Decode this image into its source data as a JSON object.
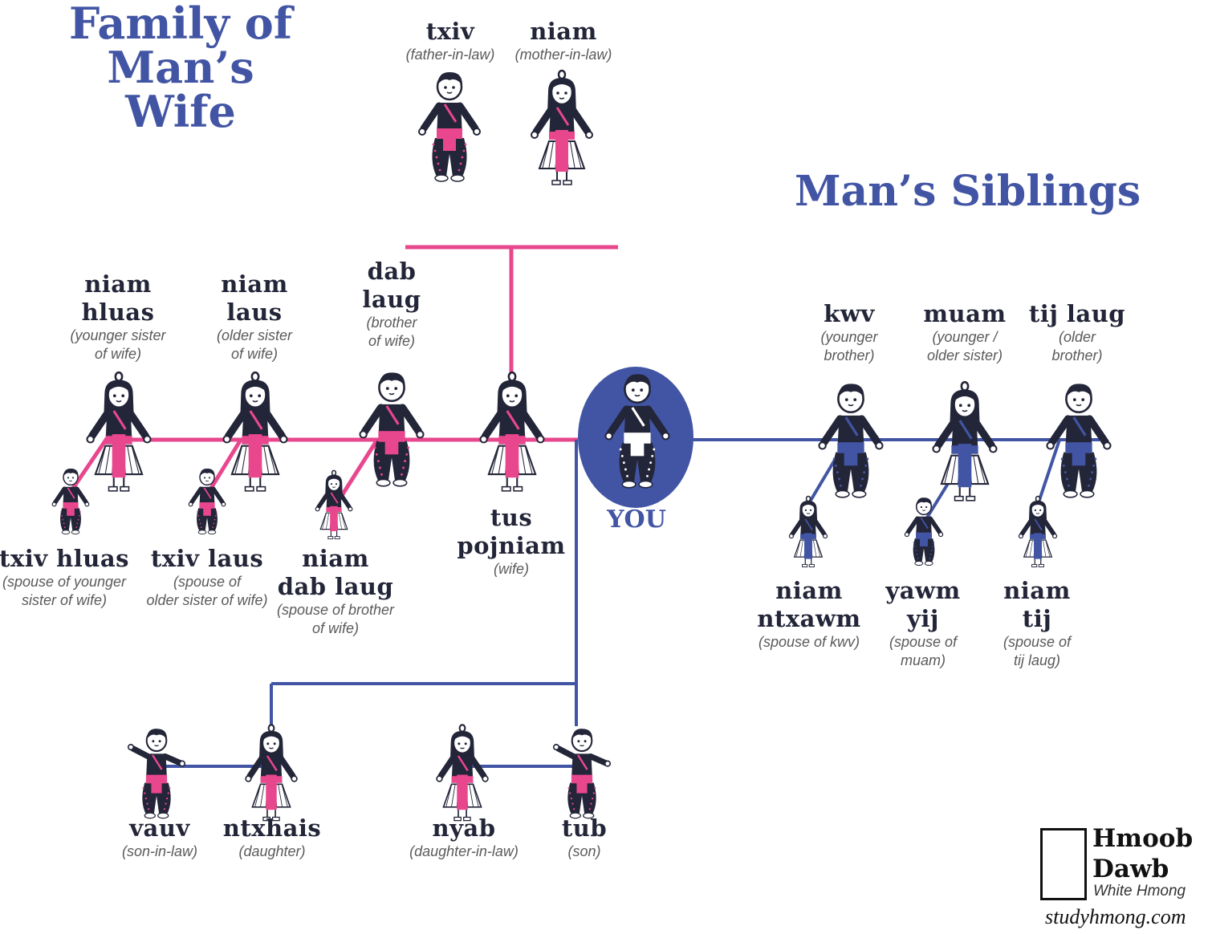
{
  "headings": {
    "wife_family": "Family of\nMan’s Wife",
    "siblings": "Man’s Siblings"
  },
  "colors": {
    "accent_blue": "#4255a4",
    "pink": "#e8478e",
    "dark": "#232538"
  },
  "people": {
    "father_in_law": {
      "term": "txiv",
      "gloss": "(father-in-law)"
    },
    "mother_in_law": {
      "term": "niam",
      "gloss": "(mother-in-law)"
    },
    "younger_sister_wife": {
      "term": "niam\nhluas",
      "gloss": "(younger sister\nof wife)"
    },
    "older_sister_wife": {
      "term": "niam\nlaus",
      "gloss": "(older sister\nof wife)"
    },
    "brother_wife": {
      "term": "dab\nlaug",
      "gloss": "(brother\nof wife)"
    },
    "wife": {
      "term": "tus\npojniam",
      "gloss": "(wife)"
    },
    "you": {
      "term": "YOU"
    },
    "spouse_younger_sister": {
      "term": "txiv hluas",
      "gloss": "(spouse of younger\nsister of wife)"
    },
    "spouse_older_sister": {
      "term": "txiv laus",
      "gloss": "(spouse of\nolder sister of wife)"
    },
    "spouse_brother": {
      "term": "niam\ndab laug",
      "gloss": "(spouse of brother\nof wife)"
    },
    "younger_brother": {
      "term": "kwv",
      "gloss": "(younger\nbrother)"
    },
    "sister": {
      "term": "muam",
      "gloss": "(younger /\nolder sister)"
    },
    "older_brother": {
      "term": "tij laug",
      "gloss": "(older\nbrother)"
    },
    "spouse_kwv": {
      "term": "niam\nntxawm",
      "gloss": "(spouse of kwv)"
    },
    "spouse_muam": {
      "term": "yawm\nyij",
      "gloss": "(spouse of\nmuam)"
    },
    "spouse_tij": {
      "term": "niam\ntij",
      "gloss": "(spouse of\ntij laug)"
    },
    "son_in_law": {
      "term": "vauv",
      "gloss": "(son-in-law)"
    },
    "daughter": {
      "term": "ntxhais",
      "gloss": "(daughter)"
    },
    "daughter_in_law": {
      "term": "nyab",
      "gloss": "(daughter-in-law)"
    },
    "son": {
      "term": "tub",
      "gloss": "(son)"
    }
  },
  "logo": {
    "title": "Hmoob\nDawb",
    "subtitle": "White Hmong",
    "site": "studyhmong.com"
  }
}
